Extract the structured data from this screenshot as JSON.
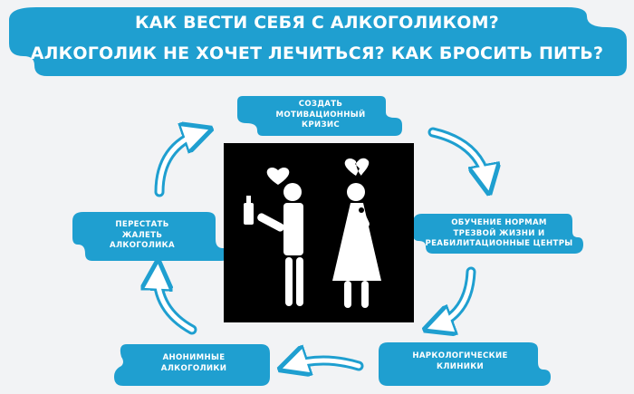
{
  "header": {
    "line1": "КАК ВЕСТИ СЕБЯ С АЛКОГОЛИКОМ?",
    "line2": "АЛКОГОЛИК НЕ ХОЧЕТ ЛЕЧИТЬСЯ? КАК БРОСИТЬ ПИТЬ?"
  },
  "steps": {
    "top": "СОЗДАТЬ\nМОТИВАЦИОННЫЙ\nКРИЗИС",
    "right": "ОБУЧЕНИЕ НОРМАМ\nТРЕЗВОЙ ЖИЗНИ И\nРЕАБИЛИТАЦИОННЫЕ ЦЕНТРЫ",
    "bottom_right": "НАРКОЛОГИЧЕСКИЕ\nКЛИНИКИ",
    "bottom_left": "АНОНИМНЫЕ\nАЛКОГОЛИКИ",
    "left": "ПЕРЕСТАТЬ\nЖАЛЕТЬ\nАЛКОГОЛИКА"
  },
  "colors": {
    "accent": "#1f9fd0",
    "background": "#f2f3f5",
    "pictogram_bg": "#000000",
    "pictogram_fg": "#ffffff"
  },
  "icons": {
    "pictogram": "man-with-bottle-and-woman-broken-heart-icon",
    "arrows": "cycle-arrow-icon"
  }
}
